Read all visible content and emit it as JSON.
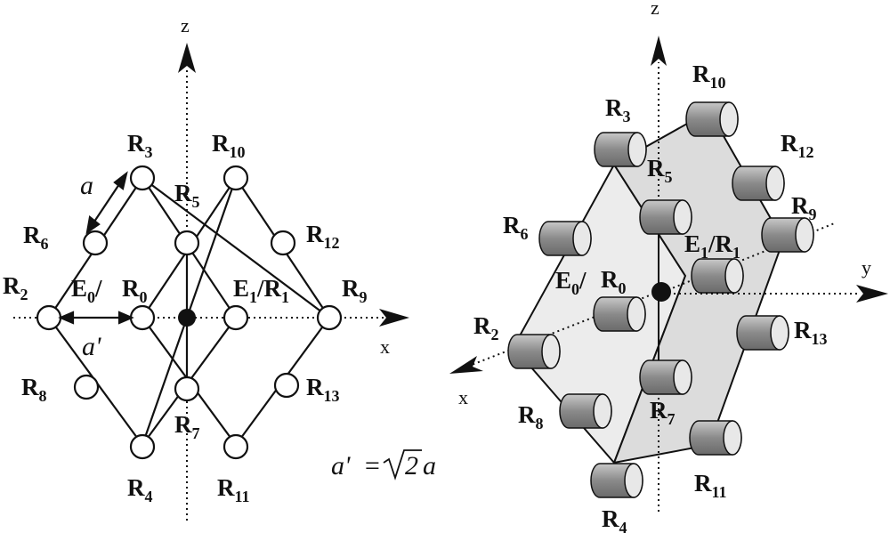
{
  "left_panel": {
    "axes": {
      "z": "z",
      "x": "x"
    },
    "dimension_labels": {
      "a": "a",
      "a_prime": "a'"
    },
    "formula": {
      "lhs": "a'",
      "equals": "=",
      "coef": "2",
      "var": "a"
    },
    "nodes": [
      {
        "id": "R3",
        "base": "R",
        "sub": "3"
      },
      {
        "id": "R10",
        "base": "R",
        "sub": "10"
      },
      {
        "id": "R5",
        "base": "R",
        "sub": "5"
      },
      {
        "id": "R6",
        "base": "R",
        "sub": "6"
      },
      {
        "id": "R12",
        "base": "R",
        "sub": "12"
      },
      {
        "id": "R2",
        "base": "R",
        "sub": "2"
      },
      {
        "id": "E0",
        "base": "E",
        "sub": "0",
        "suffix": "/"
      },
      {
        "id": "R0",
        "base": "R",
        "sub": "0"
      },
      {
        "id": "E1R1",
        "base": "E",
        "sub": "1",
        "suffix": "/R",
        "sub2": "1"
      },
      {
        "id": "R9",
        "base": "R",
        "sub": "9"
      },
      {
        "id": "R8",
        "base": "R",
        "sub": "8"
      },
      {
        "id": "R13",
        "base": "R",
        "sub": "13"
      },
      {
        "id": "R7",
        "base": "R",
        "sub": "7"
      },
      {
        "id": "R4",
        "base": "R",
        "sub": "4"
      },
      {
        "id": "R11",
        "base": "R",
        "sub": "11"
      }
    ]
  },
  "right_panel": {
    "axes": {
      "z": "z",
      "x": "x",
      "y": "y"
    },
    "nodes": [
      {
        "id": "R10",
        "base": "R",
        "sub": "10"
      },
      {
        "id": "R3",
        "base": "R",
        "sub": "3"
      },
      {
        "id": "R12",
        "base": "R",
        "sub": "12"
      },
      {
        "id": "R5",
        "base": "R",
        "sub": "5"
      },
      {
        "id": "R9",
        "base": "R",
        "sub": "9"
      },
      {
        "id": "R6",
        "base": "R",
        "sub": "6"
      },
      {
        "id": "E1R1",
        "base": "E",
        "sub": "1",
        "suffix": "/R",
        "sub2": "1"
      },
      {
        "id": "E0",
        "base": "E",
        "sub": "0",
        "suffix": "/"
      },
      {
        "id": "R0",
        "base": "R",
        "sub": "0"
      },
      {
        "id": "R2",
        "base": "R",
        "sub": "2"
      },
      {
        "id": "R13",
        "base": "R",
        "sub": "13"
      },
      {
        "id": "R8",
        "base": "R",
        "sub": "8"
      },
      {
        "id": "R7",
        "base": "R",
        "sub": "7"
      },
      {
        "id": "R11",
        "base": "R",
        "sub": "11"
      },
      {
        "id": "R4",
        "base": "R",
        "sub": "4"
      }
    ]
  },
  "colors": {
    "line": "#111111",
    "plane_light": "#ececec",
    "plane_dark": "#d9d9d9",
    "cyl_body": "#9a9a9a",
    "cyl_top": "#e6e6e6"
  }
}
